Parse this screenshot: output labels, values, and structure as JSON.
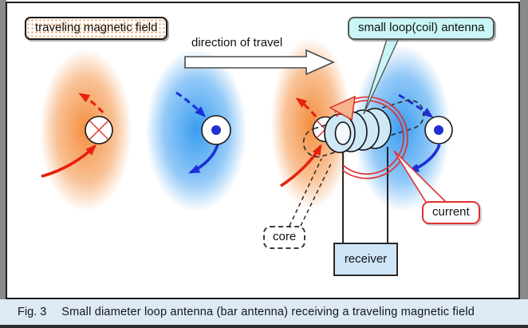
{
  "labels": {
    "traveling_field": "traveling magnetic field",
    "direction_of_travel": "direction of travel",
    "antenna": "small loop(coil) antenna",
    "core": "core",
    "receiver": "receiver",
    "current": "current"
  },
  "caption": {
    "fig": "Fig. 3",
    "text": "Small diameter loop antenna (bar antenna) receiving a traveling magnetic field"
  },
  "colors": {
    "orange_band": "#f38630",
    "blue_band": "#3098f0",
    "red_arrow": "#e8200d",
    "blue_arrow": "#1b2fd8",
    "current_red": "#e03030",
    "coil_fill": "#cfe8f5",
    "antenna_label_bg": "#c9f5f6",
    "receiver_bg": "#cfe5f8",
    "caption_bg": "#dde9f5",
    "frame_gray": "#8a8a8a"
  },
  "symbols": {
    "field_into_page": "circle-with-x",
    "field_out_of_page": "circle-with-dot"
  }
}
